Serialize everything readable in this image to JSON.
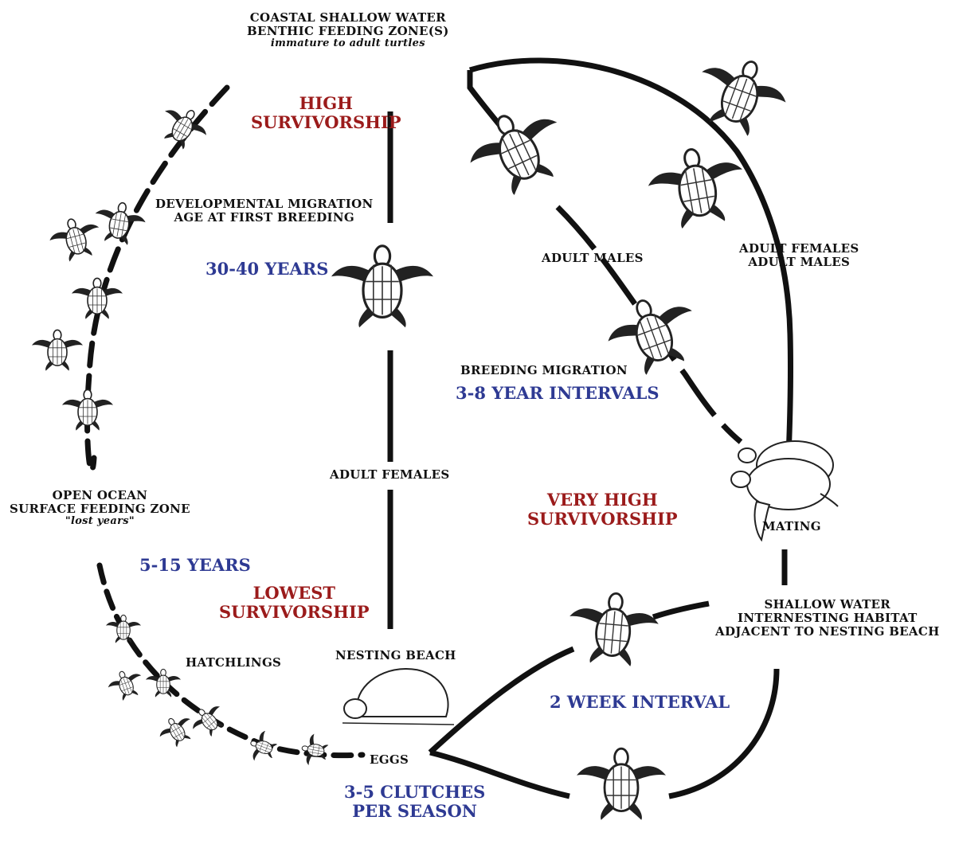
{
  "labels": {
    "coastal": [
      "COASTAL SHALLOW WATER",
      "BENTHIC FEEDING ZONE(S)",
      "immature to adult turtles"
    ],
    "high_survivorship": [
      "HIGH",
      "SURVIVORSHIP"
    ],
    "developmental": [
      "DEVELOPMENTAL MIGRATION",
      "AGE AT FIRST BREEDING"
    ],
    "years_30_40": "30-40 YEARS",
    "adult_males": "ADULT MALES",
    "adult_females_males": [
      "ADULT FEMALES",
      "ADULT MALES"
    ],
    "breeding_migration": "BREEDING MIGRATION",
    "intervals_3_8": "3-8 YEAR INTERVALS",
    "adult_females": "ADULT FEMALES",
    "open_ocean": [
      "OPEN OCEAN",
      "SURFACE FEEDING ZONE",
      "\"lost years\""
    ],
    "very_high": [
      "VERY HIGH",
      "SURVIVORSHIP"
    ],
    "mating": "MATING",
    "years_5_15": "5-15 YEARS",
    "lowest": [
      "LOWEST",
      "SURVIVORSHIP"
    ],
    "internesting": [
      "SHALLOW WATER",
      "INTERNESTING HABITAT",
      "ADJACENT TO NESTING BEACH"
    ],
    "hatchlings": "HATCHLINGS",
    "nesting_beach": "NESTING BEACH",
    "two_week": "2 WEEK INTERVAL",
    "eggs": "EGGS",
    "clutches": [
      "3-5 CLUTCHES",
      "PER SEASON"
    ]
  },
  "colors": {
    "red": "#9b1b1b",
    "blue": "#2e3a93",
    "ink": "#111111"
  }
}
